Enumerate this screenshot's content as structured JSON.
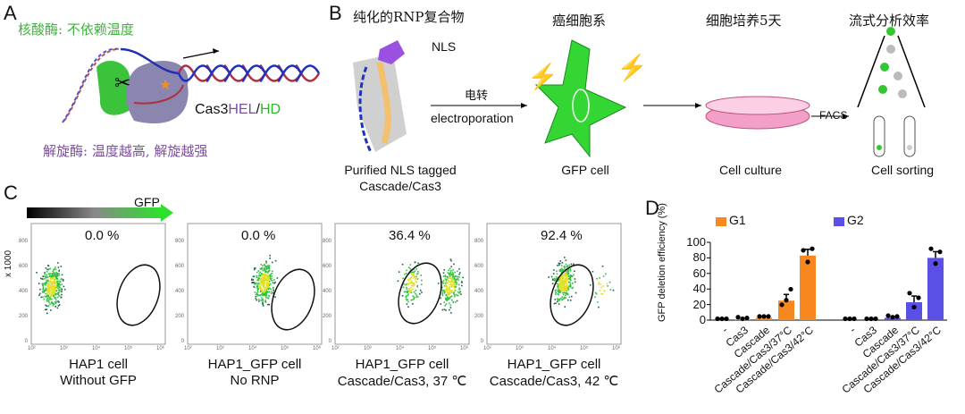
{
  "panels": {
    "a": "A",
    "b": "B",
    "c": "C",
    "d": "D"
  },
  "panel_a": {
    "nuclease_note": "核酸酶: 不依赖温度",
    "helicase_note": "解旋酶: 温度越高, 解旋越强",
    "cas3": "Cas3",
    "hel": "HEL",
    "slash": "/",
    "hd": "HD"
  },
  "panel_b": {
    "steps": [
      "纯化的RNP复合物",
      "癌细胞系",
      "细胞培养5天",
      "流式分析效率"
    ],
    "nls": "NLS",
    "electro_cn": "电转",
    "electro_en": "electroporation",
    "purified_1": "Purified NLS tagged",
    "purified_2": "Cascade/Cas3",
    "gfp_cell": "GFP cell",
    "culture": "Cell culture",
    "facs": "FACS",
    "sorting": "Cell sorting"
  },
  "panel_c": {
    "gfp_label": "GFP",
    "y_axis": "x 1000",
    "y_ticks": [
      "0",
      "200",
      "400",
      "600",
      "800"
    ],
    "x_ticks": [
      "10²",
      "10³",
      "10⁴",
      "10⁵",
      "10⁶"
    ],
    "plots": [
      {
        "percent": "0.0 %",
        "label1": "HAP1 cell",
        "label2": "Without GFP",
        "pos": 0.0
      },
      {
        "percent": "0.0 %",
        "label1": "HAP1_GFP cell",
        "label2": "No RNP",
        "pos": 1.0
      },
      {
        "percent": "36.4 %",
        "label1": "HAP1_GFP cell",
        "label2": "Cascade/Cas3, 37 ℃",
        "pos": 0.364
      },
      {
        "percent": "92.4 %",
        "label1": "HAP1_GFP cell",
        "label2": "Cascade/Cas3, 42 ℃",
        "pos": 0.924
      }
    ]
  },
  "chart_data": {
    "type": "bar",
    "ylabel": "GFP deletion efficiency (%)",
    "ylim": [
      0,
      100
    ],
    "yticks": [
      "0",
      "20",
      "40",
      "60",
      "80",
      "100"
    ],
    "categories": [
      "-",
      "Cas3",
      "Cascade",
      "Cascade/Cas3/37°C",
      "Cascade/Cas3/42°C"
    ],
    "series": [
      {
        "name": "G1",
        "color": "#f7871f",
        "values": [
          0,
          1,
          3,
          25,
          83
        ],
        "points": [
          [
            0,
            0,
            0
          ],
          [
            2,
            0,
            1
          ],
          [
            3,
            3,
            3
          ],
          [
            18,
            24,
            38
          ],
          [
            88,
            73,
            90
          ]
        ]
      },
      {
        "name": "G2",
        "color": "#5a50e6",
        "values": [
          0,
          0,
          3,
          23,
          80
        ],
        "points": [
          [
            0,
            0,
            0
          ],
          [
            0,
            0,
            0
          ],
          [
            4,
            2,
            3
          ],
          [
            33,
            15,
            27
          ],
          [
            90,
            71,
            86
          ]
        ]
      }
    ],
    "legend": "top"
  }
}
